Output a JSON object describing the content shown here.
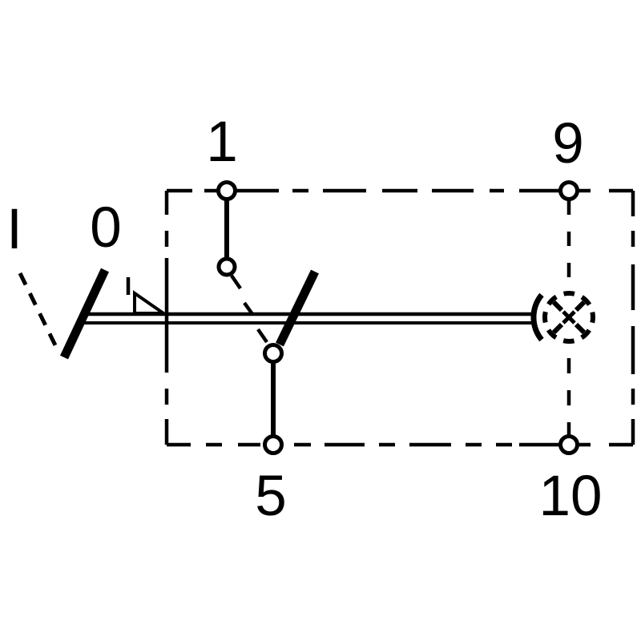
{
  "diagram": {
    "name": "rocker-switch-wiring-schematic",
    "description": "Schematic of a 2-position rocker switch with illumination lamp inside a dashed enclosure",
    "colors": {
      "stroke": "#000000",
      "background": "#ffffff"
    },
    "switch_positions": {
      "alternate": "I",
      "rest": "0"
    },
    "terminals": {
      "t1": "1",
      "t9": "9",
      "t5": "5",
      "t10": "10"
    },
    "symbols": {
      "lamp": "illumination-lamp",
      "detent": "latching-detent",
      "enclosure": "dashed-box"
    }
  }
}
